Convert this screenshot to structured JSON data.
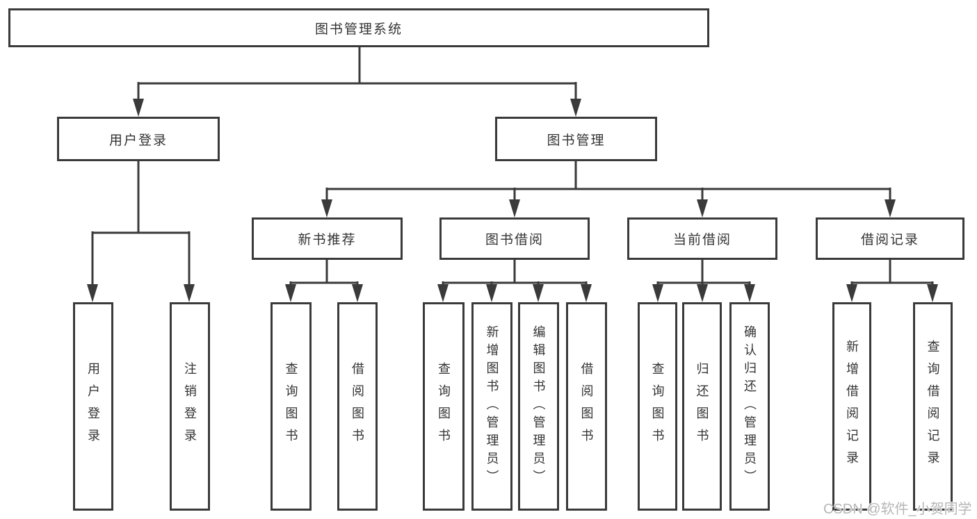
{
  "diagram": {
    "root": {
      "label": "图书管理系统"
    },
    "branches": [
      {
        "label": "用户登录",
        "children": [
          {
            "label": "用户登录"
          },
          {
            "label": "注销登录"
          }
        ]
      },
      {
        "label": "图书管理",
        "groups": [
          {
            "label": "新书推荐",
            "children": [
              {
                "label": "查询图书"
              },
              {
                "label": "借阅图书"
              }
            ]
          },
          {
            "label": "图书借阅",
            "children": [
              {
                "label": "查询图书"
              },
              {
                "label": "新增图书（管理员）"
              },
              {
                "label": "编辑图书（管理员）"
              },
              {
                "label": "借阅图书"
              }
            ]
          },
          {
            "label": "当前借阅",
            "children": [
              {
                "label": "查询图书"
              },
              {
                "label": "归还图书"
              },
              {
                "label": "确认归还（管理员）"
              }
            ]
          },
          {
            "label": "借阅记录",
            "children": [
              {
                "label": "新增借阅记录"
              },
              {
                "label": "查询借阅记录"
              }
            ]
          }
        ]
      }
    ]
  },
  "watermark": {
    "text": "CSDN @软件_小贺同学"
  },
  "colors": {
    "line": "#3a3a3a",
    "text": "#333333",
    "watermark": "#b6b6b6",
    "background": "#ffffff"
  }
}
